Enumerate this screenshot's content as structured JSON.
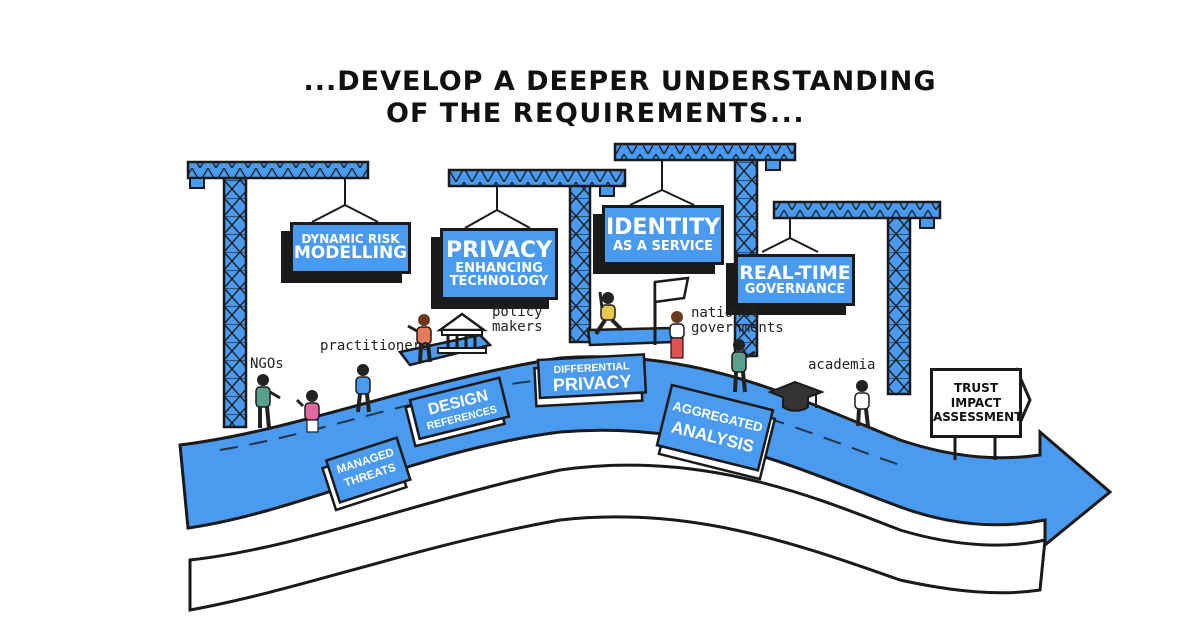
{
  "title": {
    "line1": "...DEVELOP A DEEPER UNDERSTANDING",
    "line2_prefix": "OF THE",
    "line2_bold": "REQUIREMENTS..."
  },
  "crane_boxes": [
    {
      "id": "dynamic-risk-modelling",
      "lines": [
        "DYNAMIC RISK",
        "MODELLING"
      ]
    },
    {
      "id": "privacy-enhancing-technology",
      "lines": [
        "PRIVACY",
        "ENHANCING",
        "TECHNOLOGY"
      ]
    },
    {
      "id": "identity-as-a-service",
      "lines": [
        "IDENTITY",
        "AS A SERVICE"
      ]
    },
    {
      "id": "real-time-governance",
      "lines": [
        "REAL-TIME",
        "GOVERNANCE"
      ]
    }
  ],
  "road_signs": [
    {
      "id": "managed-threats",
      "lines": [
        "MANAGED",
        "THREATS"
      ]
    },
    {
      "id": "design-references",
      "lines": [
        "DESIGN",
        "REFERENCES"
      ]
    },
    {
      "id": "differential-privacy",
      "lines": [
        "DIFFERENTIAL",
        "PRIVACY"
      ]
    },
    {
      "id": "aggregated-analysis",
      "lines": [
        "AGGREGATED",
        "ANALYSIS"
      ]
    }
  ],
  "stakeholders": {
    "ngos": "NGOs",
    "practitioners": "practitioners",
    "policy_makers": [
      "policy",
      "makers"
    ],
    "national_governments": [
      "national",
      "governments"
    ],
    "academia": "academia"
  },
  "end_sign": {
    "lines": [
      "TRUST",
      "IMPACT",
      "ASSESSMENT"
    ]
  },
  "colors": {
    "accent_blue": "#4a9bef",
    "outline": "#1a1a1a",
    "background": "#ffffff"
  }
}
